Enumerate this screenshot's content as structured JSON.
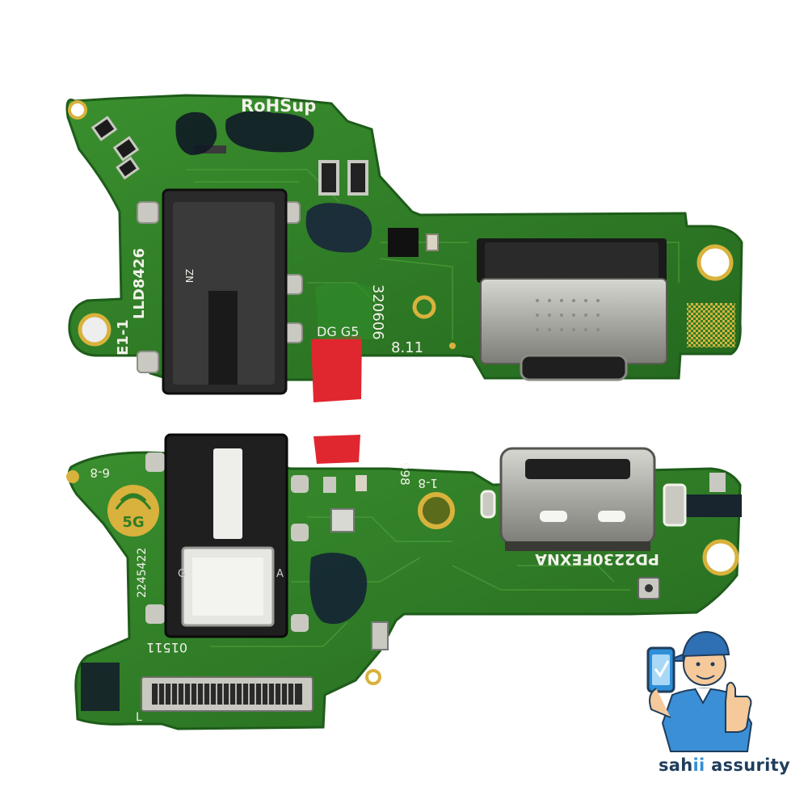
{
  "boards": {
    "top": {
      "labels": {
        "rohs": "RoHSup",
        "part_code": "LLD8426",
        "revision": "E1-1",
        "jack_mark": "ZN",
        "date_code": "320606",
        "batch": "DG G5",
        "version": "8.11"
      }
    },
    "bottom": {
      "labels": {
        "top_left_mark": "6-8",
        "model_code": "PD2230FEXNA",
        "center_mark_a": "998",
        "center_mark_b": "1-8",
        "side_code": "2245422",
        "serial": "01511",
        "jack_pin_g": "G",
        "jack_pin_a": "A",
        "corner_mark": "L"
      }
    }
  },
  "brand": {
    "name_part1": "sah",
    "name_highlight": "ii",
    "name_part2": " assurity",
    "colors": {
      "primary": "#1f3d5c",
      "accent": "#2f8fd8"
    }
  },
  "colors": {
    "pcb": "#2f7d27",
    "pcb_edge": "#1e5c1a",
    "gold": "#d8b23c",
    "steel": "#b9b9b4",
    "tape": "#e0262f"
  }
}
